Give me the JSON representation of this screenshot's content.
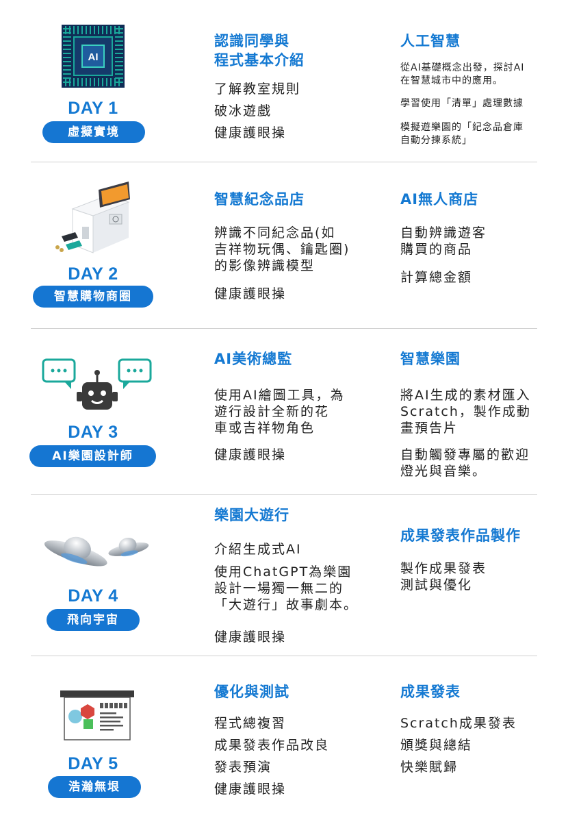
{
  "days": [
    {
      "day": "DAY 1",
      "theme": "虛擬實境",
      "icon": "ai-chip-icon",
      "morning": {
        "title": "認識同學與\n程式基本介紹",
        "items": [
          "了解教室規則",
          "破冰遊戲",
          "健康護眼操"
        ]
      },
      "afternoon": {
        "title": "人工智慧",
        "items": [
          "從AI基礎概念出發，探討AI\n在智慧城市中的應用。",
          "學習使用「清單」處理數據",
          "模擬遊樂園的「紀念品倉庫\n自動分揀系統」"
        ]
      },
      "chip_text": "AI"
    },
    {
      "day": "DAY 2",
      "theme": "智慧購物商圈",
      "icon": "self-checkout-kiosk-icon",
      "morning": {
        "title": "智慧紀念品店",
        "items": [
          "辨識不同紀念品(如\n吉祥物玩偶、鑰匙圈)\n的影像辨識模型",
          "健康護眼操"
        ]
      },
      "afternoon": {
        "title": "AI無人商店",
        "items": [
          "自動辨識遊客\n購買的商品",
          "計算總金額"
        ]
      }
    },
    {
      "day": "DAY 3",
      "theme": "AI樂園設計師",
      "icon": "chatbot-robot-icon",
      "morning": {
        "title": "AI美術總監",
        "items": [
          "使用AI繪圖工具，為\n遊行設計全新的花\n車或吉祥物角色",
          "健康護眼操"
        ]
      },
      "afternoon": {
        "title": "智慧樂園",
        "items": [
          "將AI生成的素材匯入\nScratch，製作成動\n畫預告片",
          "自動觸發專屬的歡迎\n燈光與音樂。"
        ]
      }
    },
    {
      "day": "DAY 4",
      "theme": "飛向宇宙",
      "icon": "ufo-icon",
      "morning": {
        "title": "樂園大遊行",
        "items": [
          "介紹生成式AI",
          "使用ChatGPT為樂園\n設計一場獨一無二的\n「大遊行」故事劇本。",
          "健康護眼操"
        ]
      },
      "afternoon": {
        "title": "成果發表作品製作",
        "items": [
          "製作成果發表\n測試與優化"
        ]
      }
    },
    {
      "day": "DAY 5",
      "theme": "浩瀚無垠",
      "icon": "presentation-board-icon",
      "morning": {
        "title": "優化與測試",
        "items": [
          "程式總複習",
          "成果發表作品改良",
          "發表預演",
          "健康護眼操"
        ]
      },
      "afternoon": {
        "title": "成果發表",
        "items": [
          "Scratch成果發表",
          "頒獎與總結",
          "快樂賦歸"
        ]
      }
    }
  ],
  "colors": {
    "accent": "#1479d2",
    "pill": "#1576d2",
    "divider": "#cfcfcf",
    "teal": "#1aa89b",
    "orange": "#f29a2e"
  }
}
